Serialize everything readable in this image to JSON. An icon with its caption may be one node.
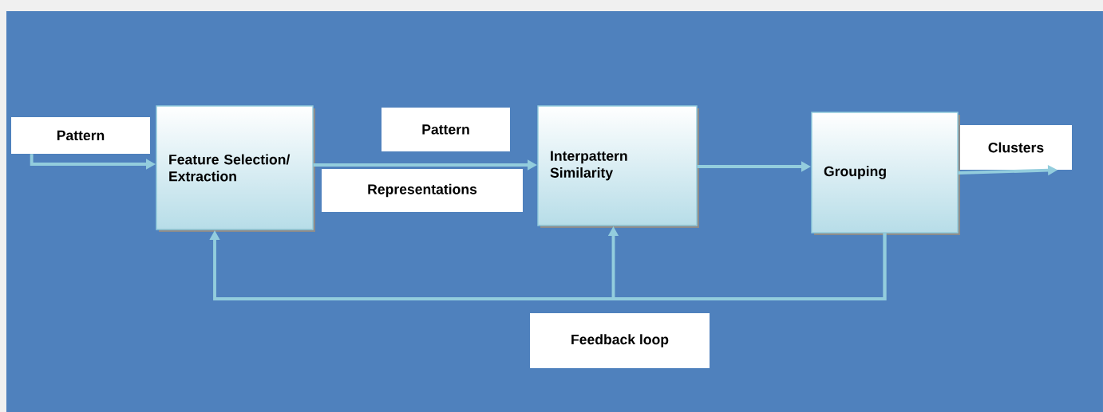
{
  "diagram": {
    "nodes": [
      {
        "text": [
          "Pattern"
        ]
      },
      {
        "text": [
          "Feature Selection/ Extraction"
        ]
      },
      {
        "text": [
          "Pattern"
        ]
      },
      {
        "text": [
          "Representations"
        ]
      },
      {
        "text": [
          "Interpattern Similarity"
        ]
      },
      {
        "text": [
          "Grouping"
        ]
      },
      {
        "text": [
          "Clusters"
        ]
      },
      {
        "text": [
          "Feedback loop"
        ]
      }
    ],
    "edges": [
      {
        "from": 0,
        "to": 1,
        "arrow": "to"
      },
      {
        "from": 1,
        "to": 4,
        "arrow": "to"
      },
      {
        "from": 4,
        "to": 5,
        "arrow": "to"
      },
      {
        "from": 5,
        "to": 6,
        "arrow": "to"
      },
      {
        "from": 5,
        "to": 1,
        "arrow": "to"
      },
      {
        "from": 5,
        "to": 4,
        "arrow": "to"
      }
    ]
  }
}
